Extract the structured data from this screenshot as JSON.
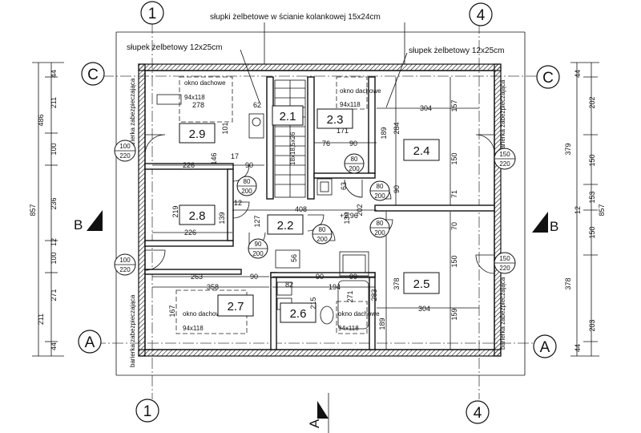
{
  "annotations": {
    "top_columns": "słupki żelbetowe w ścianie kolankowej 15x24cm",
    "left_column": "słupek żelbetowy 12x25cm",
    "right_column": "słupek żelbetowy 12x25cm",
    "railing": "barierka zabezpieczająca",
    "roof_window_label": "okno dachowe",
    "roof_window_size": "94x118",
    "stair": "18x18,5x26"
  },
  "axes": {
    "col_left": "1",
    "col_right": "4",
    "row_top": "C",
    "row_bottom": "A"
  },
  "section": {
    "left": "B",
    "right": "B",
    "bottom": "A"
  },
  "rooms": {
    "r21": "2.1",
    "r22": "2.2",
    "r23": "2.3",
    "r24": "2.4",
    "r25": "2.5",
    "r26": "2.6",
    "r27": "2.7",
    "r28": "2.8",
    "r29": "2.9"
  },
  "doors": {
    "d100_220": [
      "100",
      "220"
    ],
    "d150_220": [
      "150",
      "220"
    ],
    "d80_200": [
      "80",
      "200"
    ],
    "d90_200": [
      "90",
      "200"
    ]
  },
  "left_dims": {
    "outer": [
      "44",
      "211",
      "486",
      "100",
      "236",
      "12",
      "100",
      "271",
      "211",
      "44"
    ],
    "total": "857"
  },
  "right_dims": {
    "outer": [
      "44",
      "202",
      "379",
      "150",
      "153",
      "12",
      "150",
      "378",
      "203",
      "44"
    ],
    "total": "857"
  },
  "interior_dims": {
    "d278": "278",
    "d62": "62",
    "d101": "101",
    "d17": "17",
    "d226a": "226",
    "d90a": "90",
    "d146": "146",
    "d12a": "12",
    "d219": "219",
    "d139": "139",
    "d226b": "226",
    "d127": "127",
    "d408": "408",
    "d304a": "304",
    "d157": "157",
    "d171": "171",
    "d76": "76",
    "d90b": "90",
    "d189a": "189",
    "d284": "284",
    "d150a": "150",
    "d71": "71",
    "d63": "63",
    "d202": "202",
    "d90c": "90",
    "d130": "130",
    "level": "+2,96",
    "d263": "263",
    "d90d": "90",
    "d358": "358",
    "d56": "56",
    "d90e": "90",
    "d82": "82",
    "d99": "99",
    "d194": "194",
    "d378": "378",
    "d70": "70",
    "d150b": "150",
    "d283": "283",
    "d215": "215",
    "d271": "271",
    "d189b": "189",
    "d159": "159",
    "d167": "167",
    "d304b": "304"
  }
}
